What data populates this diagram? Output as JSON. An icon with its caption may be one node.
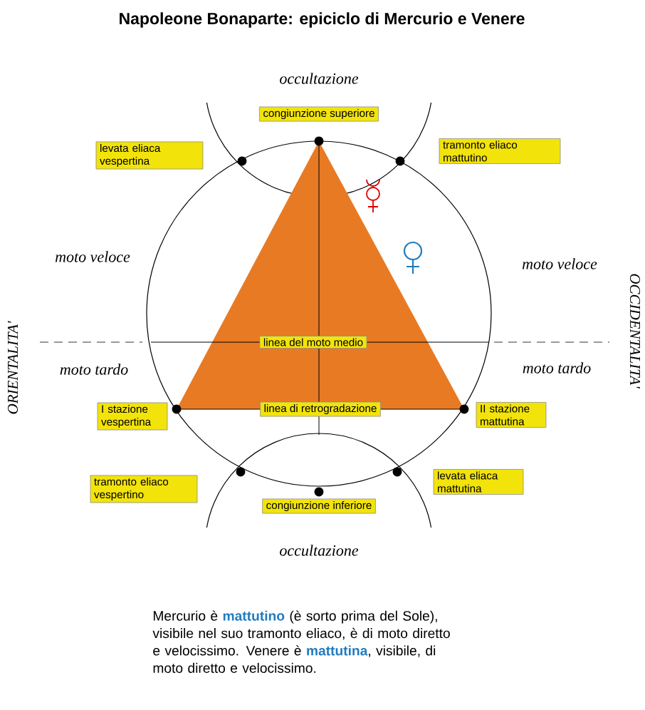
{
  "diagram": {
    "title": "Napoleone Bonaparte: epiciclo di Mercurio e Venere",
    "caption": "Mercurio è **mattutino** (è sorto prima del Sole), visibile nel suo tramonto eliaco, è di moto diretto e velocissimo. Venere è **mattutina**, visibile, di moto diretto e velocissimo.",
    "nodes": [
      {
        "text": [
          "congiunzione superiore"
        ]
      },
      {
        "text": [
          "levata eliaca vespertina"
        ]
      },
      {
        "text": [
          "tramonto eliaco mattutino"
        ]
      },
      {
        "text": [
          "linea del moto medio"
        ]
      },
      {
        "text": [
          "I stazione vespertina"
        ]
      },
      {
        "text": [
          "linea di retrogradazione"
        ]
      },
      {
        "text": [
          "II stazione mattutina"
        ]
      },
      {
        "text": [
          "tramonto eliaco vespertino"
        ]
      },
      {
        "text": [
          "congiunzione inferiore"
        ]
      },
      {
        "text": [
          "levata eliaca mattutina"
        ]
      }
    ],
    "labels": [
      "occultazione",
      "moto veloce",
      "moto veloce",
      "ORIENTALITA'",
      "OCCIDENTALITA'",
      "moto tardo",
      "moto tardo",
      "occultazione"
    ]
  }
}
